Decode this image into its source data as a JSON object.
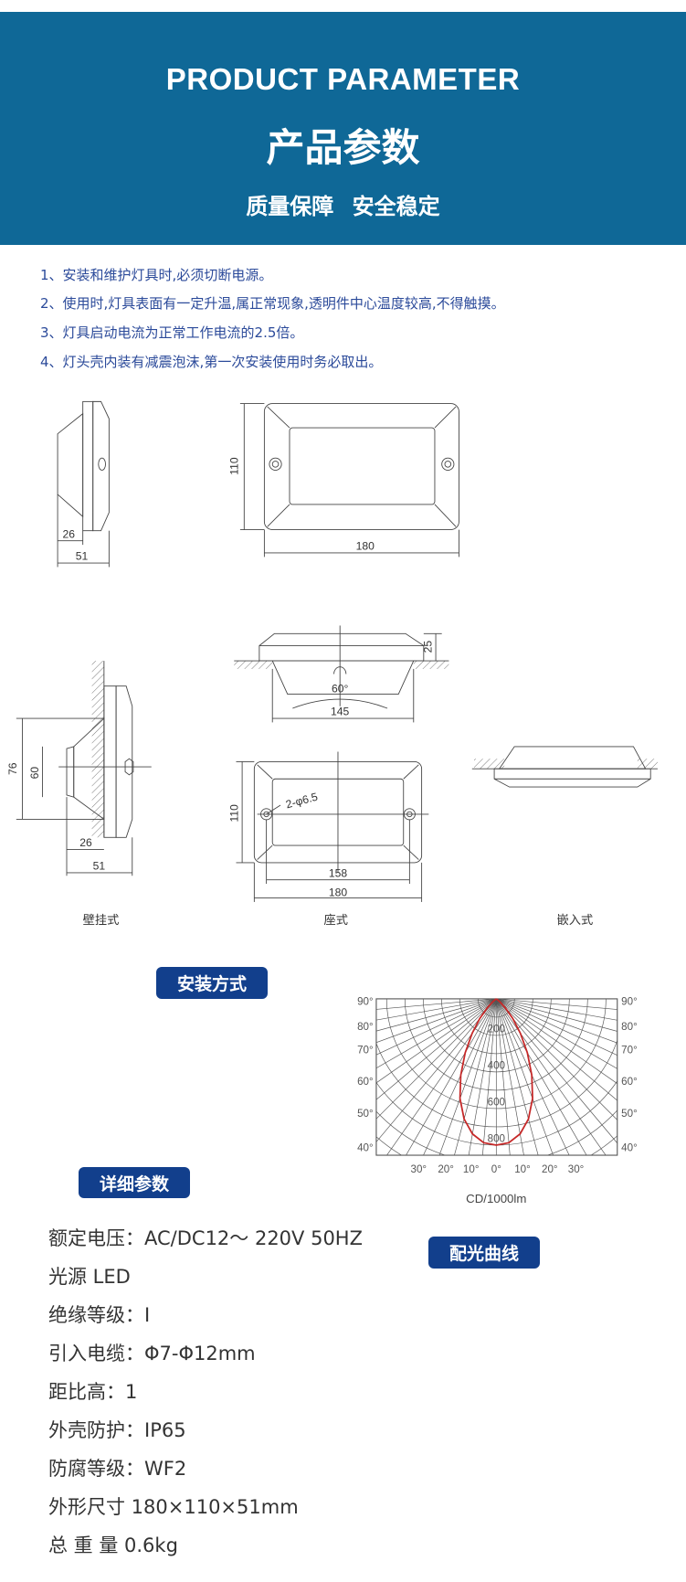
{
  "header": {
    "title_en": "PRODUCT PARAMETER",
    "title_cn": "产品参数",
    "subtitle": "质量保障  安全稳定",
    "background": "#0f6897"
  },
  "notes": [
    "1、安装和维护灯具时,必须切断电源。",
    "2、使用时,灯具表面有一定升温,属正常现象,透明件中心温度较高,不得触摸。",
    "3、灯具启动电流为正常工作电流的2.5倍。",
    "4、灯头壳内装有减震泡沫,第一次安装使用时务必取出。"
  ],
  "drawings": {
    "top_side_dims": [
      "26",
      "51"
    ],
    "top_front_dims": [
      "110",
      "180"
    ],
    "seat_side_dims": [
      "25",
      "60°",
      "145"
    ],
    "wall_dims": [
      "76",
      "60",
      "26",
      "51"
    ],
    "seat_front_dims": [
      "2-φ6.5",
      "110",
      "158",
      "180"
    ],
    "captions": [
      "壁挂式",
      "座式",
      "嵌入式"
    ]
  },
  "badges": {
    "install": "安装方式",
    "details": "详细参数",
    "light_curve": "配光曲线",
    "color": "#123f8c"
  },
  "chart_data": {
    "type": "polar",
    "title": "配光曲线",
    "unit_label": "CD/1000lm",
    "left_angle_labels": [
      "90°",
      "80°",
      "70°",
      "60°",
      "50°",
      "40°"
    ],
    "right_angle_labels": [
      "90°",
      "80°",
      "70°",
      "60°",
      "50°",
      "40°"
    ],
    "bottom_angle_labels": [
      "30°",
      "20°",
      "10°",
      "0°",
      "10°",
      "20°",
      "30°"
    ],
    "radial_labels": [
      "200",
      "400",
      "600",
      "800"
    ],
    "radial_max": 800,
    "curve_color": "#c62828",
    "curve": [
      [
        0,
        800
      ],
      [
        5,
        790
      ],
      [
        10,
        750
      ],
      [
        15,
        680
      ],
      [
        20,
        580
      ],
      [
        25,
        460
      ],
      [
        30,
        340
      ],
      [
        35,
        230
      ],
      [
        40,
        140
      ],
      [
        45,
        70
      ],
      [
        50,
        25
      ],
      [
        55,
        5
      ],
      [
        60,
        0
      ]
    ]
  },
  "params": [
    "额定电压：AC/DC12～ 220V 50HZ",
    "光源 LED",
    "绝缘等级：I",
    "引入电缆：Φ7-Φ12mm",
    "距比高：1",
    "外壳防护：IP65",
    "防腐等级：WF2",
    "外形尺寸 180×110×51mm",
    "总 重 量 0.6kg"
  ]
}
